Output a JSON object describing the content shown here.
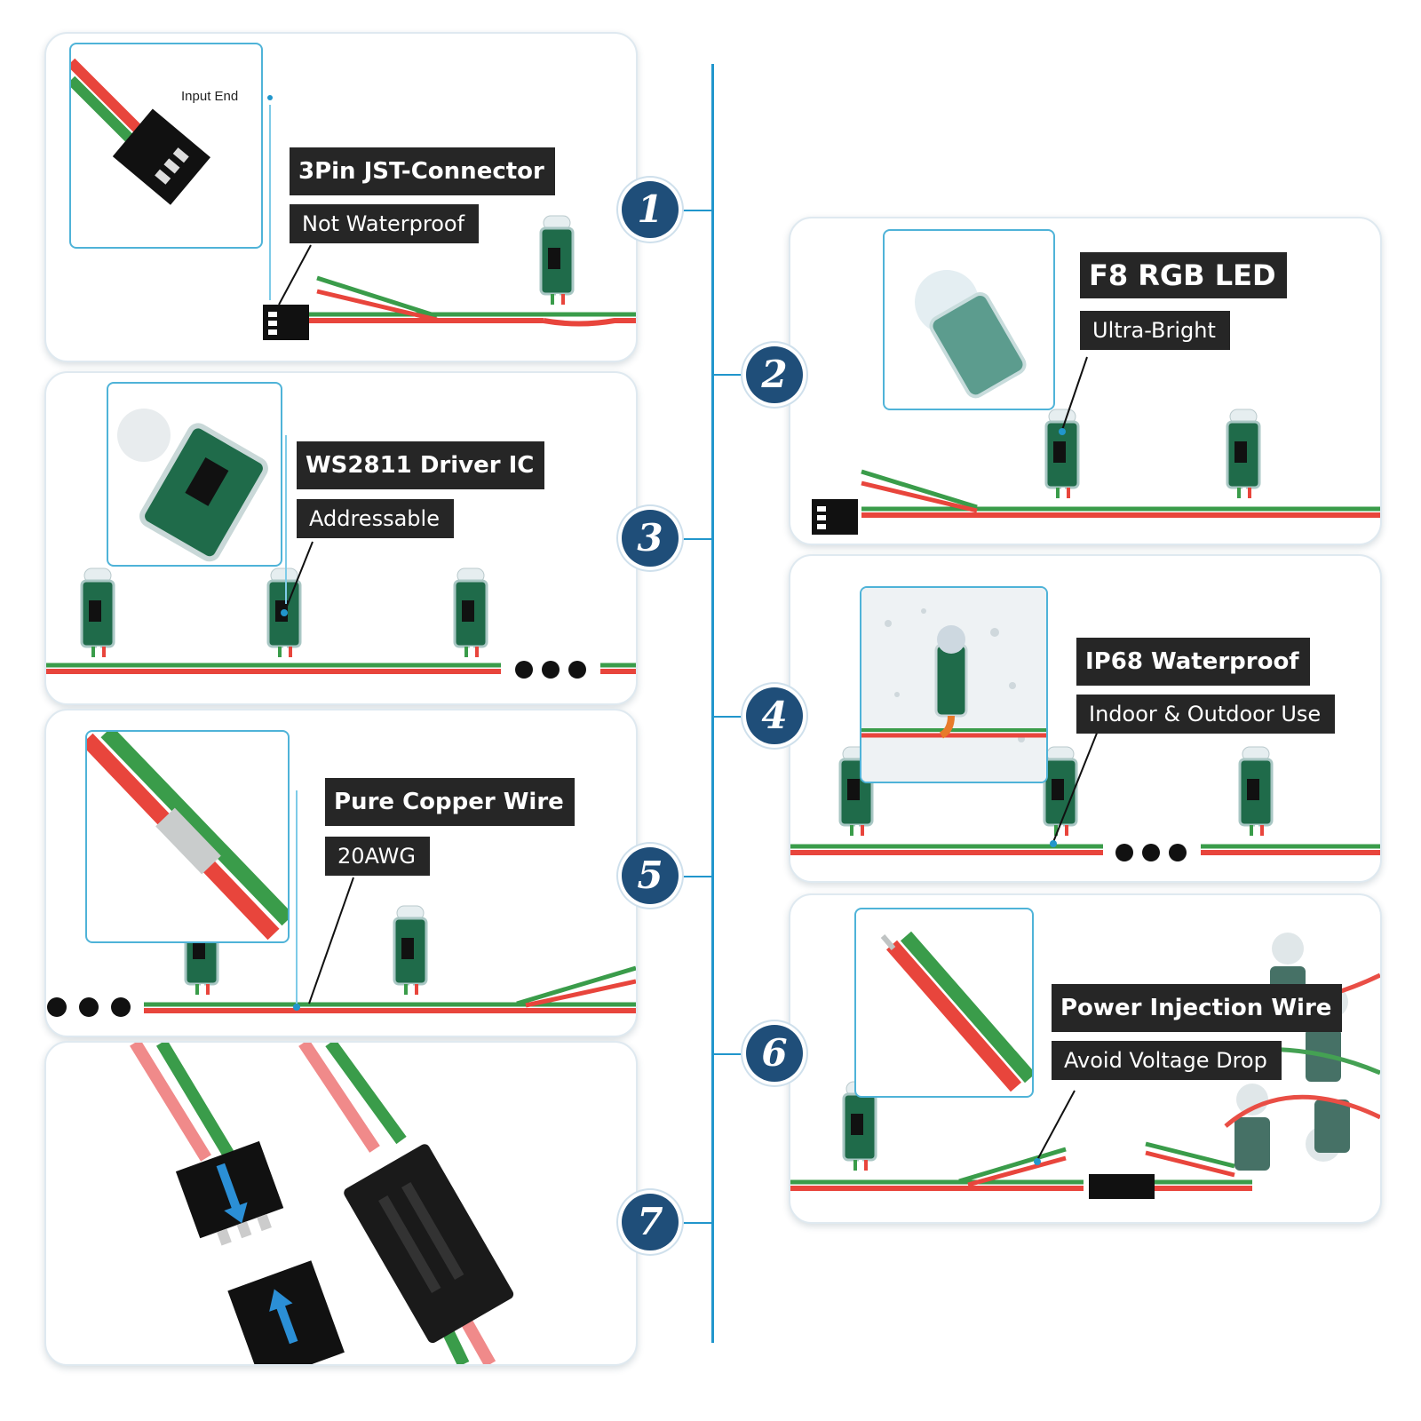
{
  "features": [
    {
      "number": "1",
      "title": "3Pin JST-Connector",
      "subtitle": "Not Waterproof",
      "note": "Input End"
    },
    {
      "number": "2",
      "title": "F8 RGB LED",
      "subtitle": "Ultra-Bright"
    },
    {
      "number": "3",
      "title": "WS2811 Driver IC",
      "subtitle": "Addressable"
    },
    {
      "number": "4",
      "title": "IP68 Waterproof",
      "subtitle": "Indoor & Outdoor Use"
    },
    {
      "number": "5",
      "title": "Pure Copper Wire",
      "subtitle": "20AWG"
    },
    {
      "number": "6",
      "title": "Power Injection Wire",
      "subtitle": "Avoid Voltage Drop"
    },
    {
      "number": "7"
    }
  ],
  "colors": {
    "badge": "#1f4e79",
    "timeline": "#2196cc",
    "label_bg": "#262626",
    "wire_red": "#e8453c",
    "wire_green": "#3a9c4a",
    "pcb": "#1f6b4a"
  }
}
